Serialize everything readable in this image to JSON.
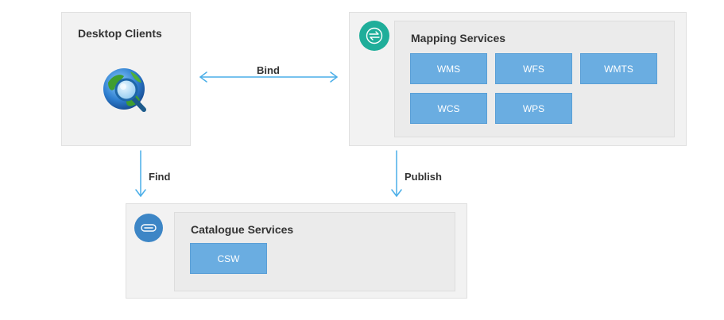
{
  "colors": {
    "arrow": "#4aaee8",
    "service_fill": "#6aade1",
    "mapping_badge": "#1fae9a",
    "catalogue_badge": "#3d86c6"
  },
  "desktop": {
    "title": "Desktop Clients",
    "icon": "globe-magnifier-icon"
  },
  "mapping": {
    "title": "Mapping Services",
    "icon": "swap-arrows-icon",
    "services": [
      "WMS",
      "WFS",
      "WMTS",
      "WCS",
      "WPS"
    ]
  },
  "catalogue": {
    "title": "Catalogue Services",
    "icon": "paperclip-icon",
    "services": [
      "CSW"
    ]
  },
  "edges": {
    "bind": "Bind",
    "find": "Find",
    "publish": "Publish"
  }
}
